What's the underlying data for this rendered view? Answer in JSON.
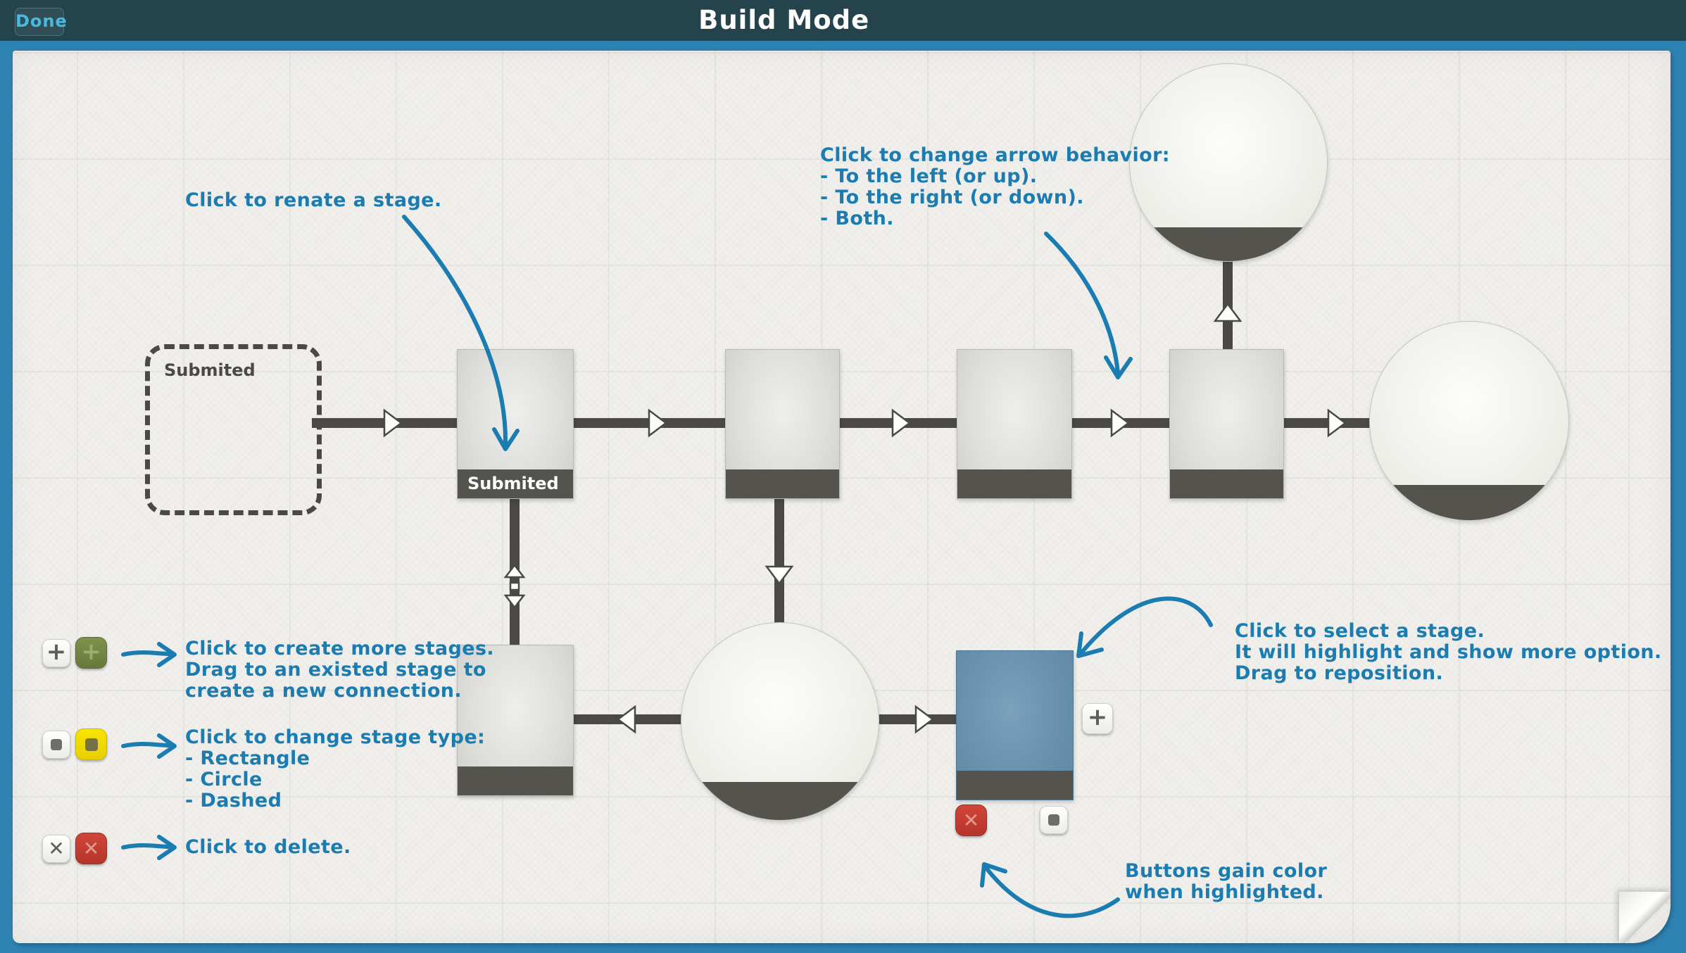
{
  "header": {
    "done_label": "Done",
    "title": "Build Mode"
  },
  "colors": {
    "accent_blue": "#1a7cb0",
    "frame_blue": "#2e82b2",
    "header_bg": "#25434c",
    "done_text": "#49b9dd",
    "canvas_bg": "#f0efeb",
    "connector": "#4a4945",
    "footer_dark": "#54534e",
    "stage_gray": "#dededb",
    "selected_blue": "#6790ac",
    "green": "#68783b",
    "yellow": "#e9cf00",
    "red": "#b5352a"
  },
  "diagram": {
    "stages": [
      {
        "id": "dashed-stage",
        "type": "dashed",
        "label": "Submited"
      },
      {
        "id": "stage-1",
        "type": "rect",
        "label": "Submited"
      },
      {
        "id": "stage-2",
        "type": "rect",
        "label": ""
      },
      {
        "id": "stage-3",
        "type": "rect",
        "label": ""
      },
      {
        "id": "stage-4",
        "type": "rect",
        "label": ""
      },
      {
        "id": "bottom-left-stage",
        "type": "rect",
        "label": ""
      },
      {
        "id": "selected-stage",
        "type": "rect",
        "label": "",
        "selected": true
      },
      {
        "id": "top-circle-stage",
        "type": "circle"
      },
      {
        "id": "right-circle-stage",
        "type": "circle"
      },
      {
        "id": "middle-circle-stage",
        "type": "circle"
      }
    ],
    "arrowheads": [
      {
        "dir": "right"
      },
      {
        "dir": "right"
      },
      {
        "dir": "right"
      },
      {
        "dir": "right"
      },
      {
        "dir": "right"
      },
      {
        "dir": "left"
      },
      {
        "dir": "right"
      },
      {
        "dir": "up"
      },
      {
        "dir": "down"
      },
      {
        "dir": "both"
      }
    ]
  },
  "annotations": {
    "rename": "Click to renate a stage.",
    "arrow_behavior": [
      "Click to change arrow behavior:",
      "- To the left (or up).",
      "- To the right (or down).",
      "- Both."
    ],
    "create": [
      "Click to create more stages.",
      "Drag to an existed stage to",
      "create a new connection."
    ],
    "stage_type": [
      "Click to change stage type:",
      "- Rectangle",
      "- Circle",
      "- Dashed"
    ],
    "delete": "Click to delete.",
    "select": [
      "Click to select a stage.",
      "It will highlight and show more option.",
      "Drag to reposition."
    ],
    "buttons_color": [
      "Buttons gain color",
      "when highlighted."
    ]
  },
  "icons": {
    "plus": "+",
    "close": "✕",
    "square": "square"
  }
}
